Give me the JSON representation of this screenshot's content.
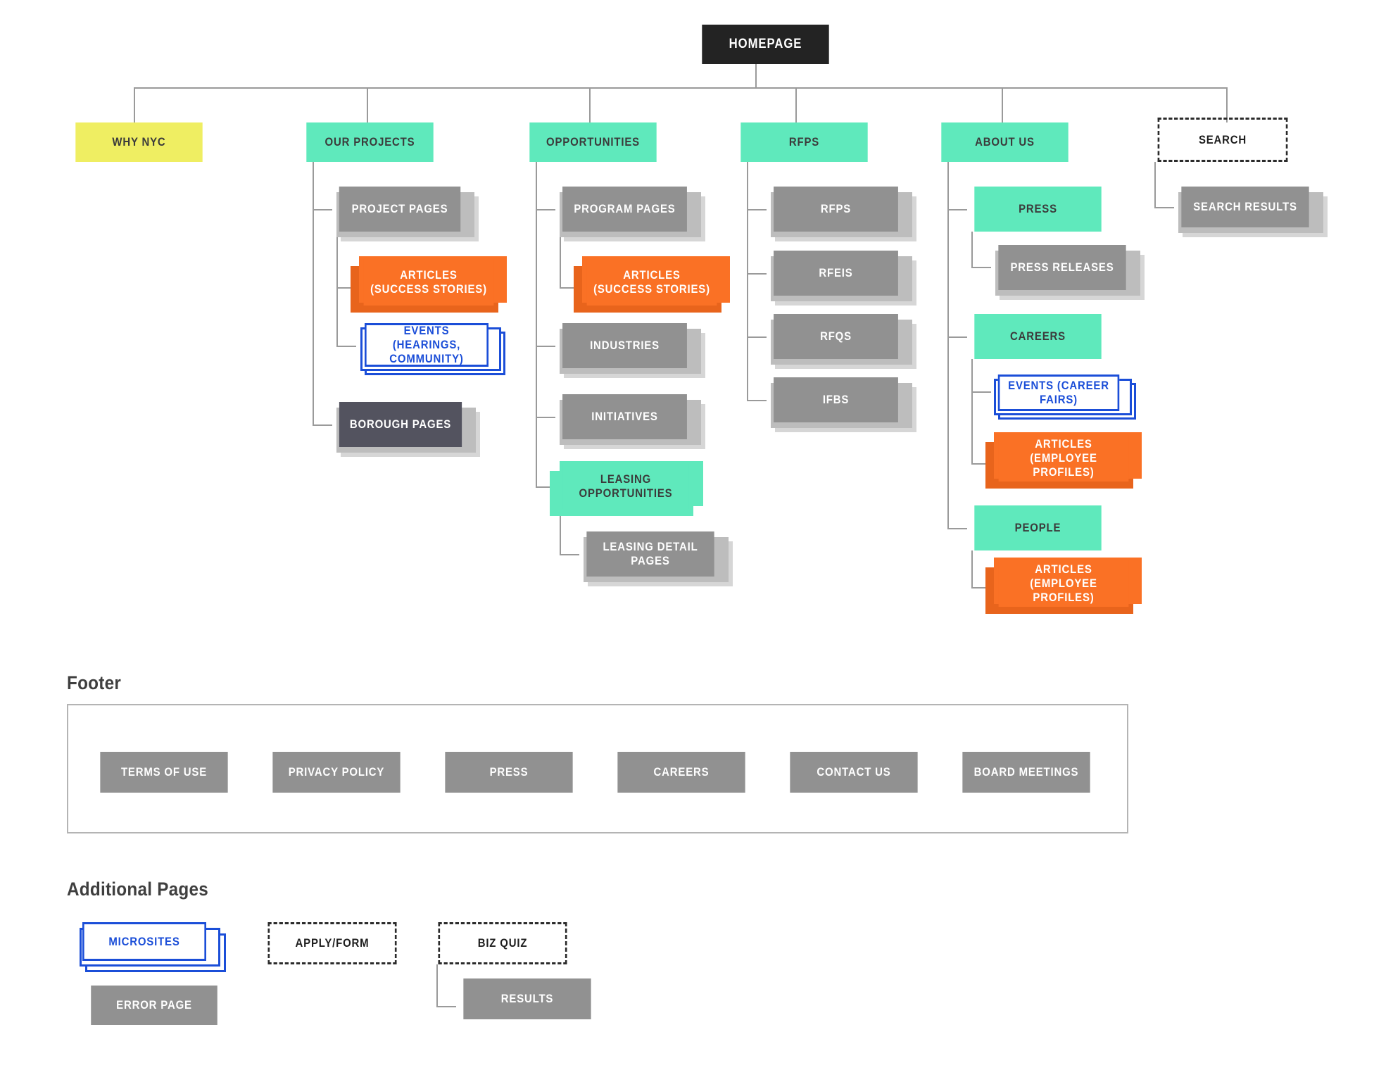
{
  "diagram": {
    "type": "sitemap",
    "root": {
      "label": "HOMEPAGE",
      "style": "black"
    },
    "top_level": [
      {
        "label": "WHY NYC",
        "style": "yellow"
      },
      {
        "label": "OUR PROJECTS",
        "style": "teal"
      },
      {
        "label": "OPPORTUNITIES",
        "style": "teal"
      },
      {
        "label": "RFPS",
        "style": "teal"
      },
      {
        "label": "ABOUT US",
        "style": "teal"
      },
      {
        "label": "SEARCH",
        "style": "dashed"
      }
    ],
    "our_projects_children": [
      {
        "label": "PROJECT PAGES",
        "style": "gray-stack"
      },
      {
        "label": "ARTICLES (SUCCESS STORIES)",
        "style": "orange-stack"
      },
      {
        "label": "EVENTS (HEARINGS, COMMUNITY)",
        "style": "blue-stack"
      },
      {
        "label": "BOROUGH PAGES",
        "style": "slate-stack"
      }
    ],
    "opportunities_children": [
      {
        "label": "PROGRAM PAGES",
        "style": "gray-stack"
      },
      {
        "label": "ARTICLES (SUCCESS STORIES)",
        "style": "orange-stack"
      },
      {
        "label": "INDUSTRIES",
        "style": "gray-stack"
      },
      {
        "label": "INITIATIVES",
        "style": "gray-stack"
      },
      {
        "label": "LEASING OPPORTUNITIES",
        "style": "teal-stack"
      },
      {
        "label": "LEASING DETAIL PAGES",
        "style": "gray-stack"
      }
    ],
    "rfps_children": [
      {
        "label": "RFPS",
        "style": "gray-stack"
      },
      {
        "label": "RFEIS",
        "style": "gray-stack"
      },
      {
        "label": "RFQS",
        "style": "gray-stack"
      },
      {
        "label": "IFBS",
        "style": "gray-stack"
      }
    ],
    "about_us_children": [
      {
        "label": "PRESS",
        "style": "teal"
      },
      {
        "label": "PRESS RELEASES",
        "style": "gray-stack"
      },
      {
        "label": "CAREERS",
        "style": "teal"
      },
      {
        "label": "EVENTS (CAREER FAIRS)",
        "style": "blue-stack"
      },
      {
        "label": "ARTICLES (EMPLOYEE PROFILES)",
        "style": "orange-stack"
      },
      {
        "label": "PEOPLE",
        "style": "teal"
      },
      {
        "label": "ARTICLES (EMPLOYEE PROFILES)",
        "style": "orange-stack"
      }
    ],
    "search_children": [
      {
        "label": "SEARCH RESULTS",
        "style": "gray-stack"
      }
    ]
  },
  "footer": {
    "title": "Footer",
    "links": [
      {
        "label": "TERMS OF USE"
      },
      {
        "label": "PRIVACY POLICY"
      },
      {
        "label": "PRESS"
      },
      {
        "label": "CAREERS"
      },
      {
        "label": "CONTACT US"
      },
      {
        "label": "BOARD MEETINGS"
      }
    ]
  },
  "additional_pages": {
    "title": "Additional Pages",
    "items": [
      {
        "label": "MICROSITES",
        "style": "blue-stack"
      },
      {
        "label": "ERROR PAGE",
        "style": "gray"
      },
      {
        "label": "APPLY/FORM",
        "style": "dashed"
      },
      {
        "label": "BIZ QUIZ",
        "style": "dashed"
      },
      {
        "label": "RESULTS",
        "style": "gray"
      }
    ]
  },
  "colors": {
    "black": "#232323",
    "yellow": "#EFEE62",
    "teal": "#5FE9BC",
    "gray": "#919191",
    "slate": "#53535F",
    "orange": "#FA7125",
    "blue": "#1B4ED8",
    "line": "#9A9A9A"
  }
}
